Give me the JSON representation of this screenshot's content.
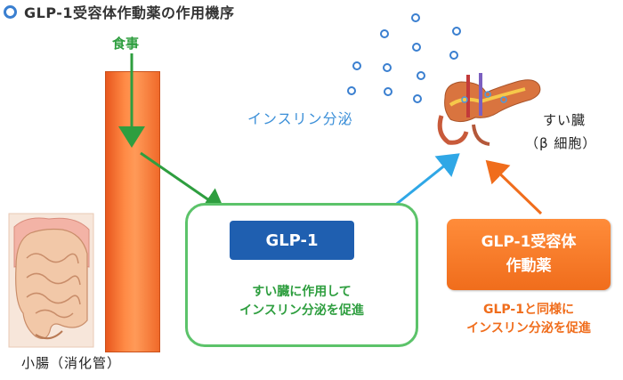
{
  "title": "GLP-1受容体作動薬の作用機序",
  "food_label": "食事",
  "intestine_label": "小腸（消化管）",
  "insulin_label": "インスリン分泌",
  "pancreas_label": "すい臓",
  "pancreas_sublabel": "（β 細胞）",
  "glp1": {
    "badge": "GLP-1",
    "desc_line1": "すい臓に作用して",
    "desc_line2": "インスリン分泌を促進"
  },
  "agonist": {
    "line1": "GLP-1受容体",
    "line2": "作動薬",
    "desc_line1": "GLP-1と同様に",
    "desc_line2": "インスリン分泌を促進"
  },
  "colors": {
    "green": "#2e9e3f",
    "blue": "#3b8fd8",
    "navy": "#1f5fb0",
    "orange": "#f06d1c"
  }
}
